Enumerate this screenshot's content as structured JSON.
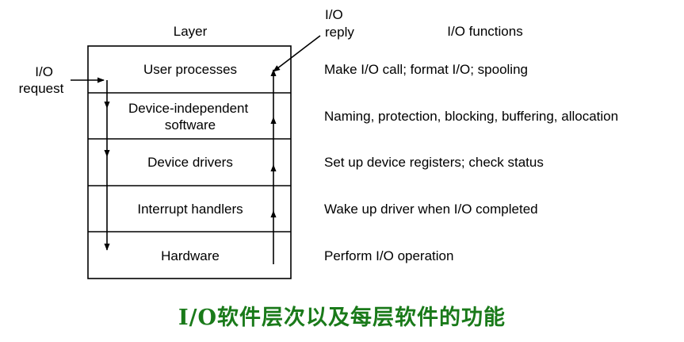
{
  "diagram": {
    "layer_header": "Layer",
    "functions_header": "I/O functions",
    "request_label": [
      "I/O",
      "request"
    ],
    "reply_label": [
      "I/O",
      "reply"
    ],
    "layers": [
      {
        "name": [
          "User processes"
        ],
        "function": "Make I/O call; format I/O; spooling"
      },
      {
        "name": [
          "Device-independent",
          "software"
        ],
        "function": "Naming, protection, blocking, buffering, allocation"
      },
      {
        "name": [
          "Device drivers"
        ],
        "function": "Set up device registers; check status"
      },
      {
        "name": [
          "Interrupt handlers"
        ],
        "function": "Wake up driver when I/O completed"
      },
      {
        "name": [
          "Hardware"
        ],
        "function": "Perform I/O operation"
      }
    ],
    "caption": "I/O软件层次以及每层软件的功能",
    "colors": {
      "line": "#000000",
      "text": "#000000",
      "caption": "#1a7a1a"
    }
  }
}
